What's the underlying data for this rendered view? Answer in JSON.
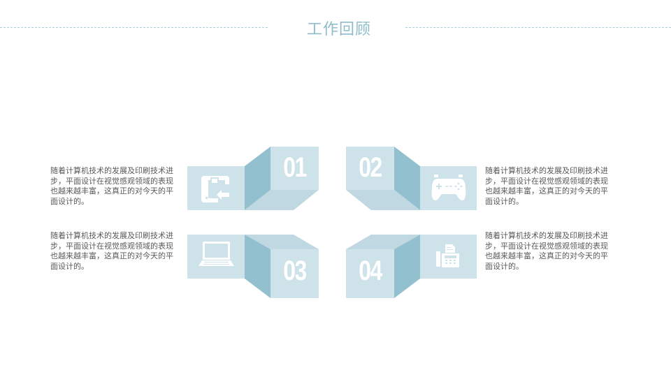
{
  "header": {
    "title": "工作回顾"
  },
  "colors": {
    "light_face": "#cde2e9",
    "mid_face": "#bfd8e1",
    "dark_face": "#93c0cf",
    "title": "#8fbccb",
    "dash": "#a9cfd6",
    "body_text": "#595959"
  },
  "items": [
    {
      "number": "01",
      "icon": "floppy-export-icon",
      "text": "随着计算机技术的发展及印刷技术进步，平面设计在视觉感观领域的表现也越来越丰富，这真正的对今天的平面设计的。"
    },
    {
      "number": "02",
      "icon": "gamepad-icon",
      "text": "随着计算机技术的发展及印刷技术进步，平面设计在视觉感观领域的表现也越来越丰富，这真正的对今天的平面设计的。"
    },
    {
      "number": "03",
      "icon": "laptop-icon",
      "text": "随着计算机技术的发展及印刷技术进步，平面设计在视觉感观领域的表现也越来越丰富，这真正的对今天的平面设计的。"
    },
    {
      "number": "04",
      "icon": "fax-machine-icon",
      "text": "随着计算机技术的发展及印刷技术进步，平面设计在视觉感观领域的表现也越来越丰富，这真正的对今天的平面设计的。"
    }
  ]
}
